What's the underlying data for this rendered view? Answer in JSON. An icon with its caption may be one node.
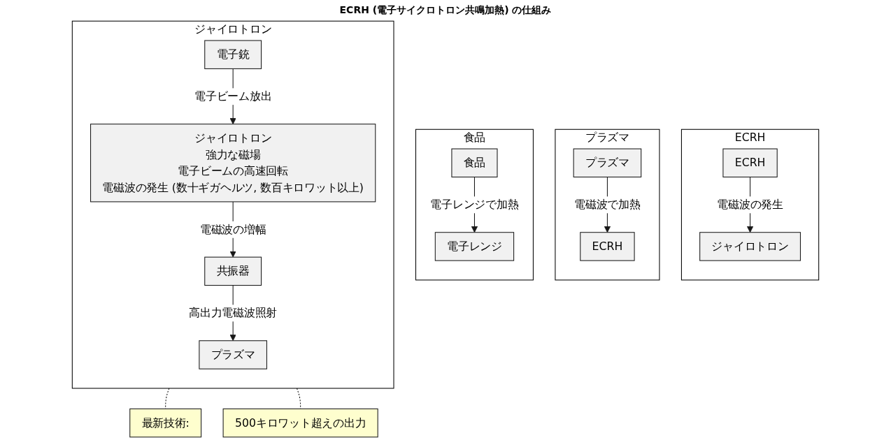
{
  "diagram": {
    "title": "ECRH (電子サイクロトロン共鳴加熱) の仕組み",
    "nodes": [
      {
        "text": [
          "ジャイロトロン"
        ]
      },
      {
        "text": [
          "電子銃"
        ],
        "in": 0
      },
      {
        "text": [
          "ジャイロトロン",
          "強力な磁場",
          "電子ビームの高速回転",
          "電磁波の発生 (数十ギガヘルツ, 数百キロワット以上)"
        ],
        "in": 0
      },
      {
        "text": [
          "共振器"
        ],
        "in": 0
      },
      {
        "text": [
          "プラズマ"
        ],
        "in": 0
      },
      {
        "text": [
          "最新技術:"
        ]
      },
      {
        "text": [
          "500キロワット超えの出力"
        ]
      },
      {
        "text": [
          "食品"
        ]
      },
      {
        "text": [
          "食品"
        ],
        "in": 7
      },
      {
        "text": [
          "電子レンジ"
        ],
        "in": 7
      },
      {
        "text": [
          "プラズマ"
        ]
      },
      {
        "text": [
          "プラズマ"
        ],
        "in": 10
      },
      {
        "text": [
          "ECRH"
        ],
        "in": 10
      },
      {
        "text": [
          "ECRH"
        ]
      },
      {
        "text": [
          "ECRH"
        ],
        "in": 13
      },
      {
        "text": [
          "ジャイロトロン"
        ],
        "in": 13
      }
    ],
    "edges": [
      {
        "from": 1,
        "to": 2,
        "arrow": "to",
        "label": "電子ビーム放出"
      },
      {
        "from": 2,
        "to": 3,
        "arrow": "to",
        "label": "電磁波の増幅"
      },
      {
        "from": 3,
        "to": 4,
        "arrow": "to",
        "label": "高出力電磁波照射"
      },
      {
        "from": 0,
        "to": 5,
        "arrow": "none",
        "style": "dashed"
      },
      {
        "from": 0,
        "to": 6,
        "arrow": "none",
        "style": "dashed"
      },
      {
        "from": 8,
        "to": 9,
        "arrow": "to",
        "label": "電子レンジで加熱"
      },
      {
        "from": 11,
        "to": 12,
        "arrow": "to",
        "label": "電磁波で加熱"
      },
      {
        "from": 14,
        "to": 15,
        "arrow": "to",
        "label": "電磁波の発生"
      }
    ]
  }
}
